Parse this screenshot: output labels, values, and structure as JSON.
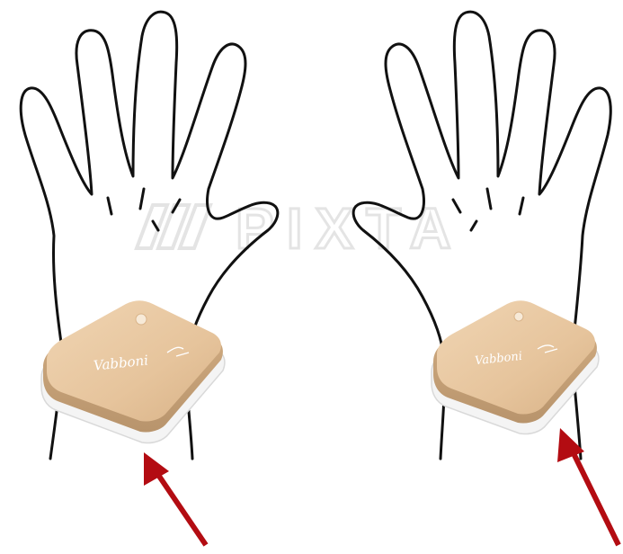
{
  "watermark": {
    "text": "PIXTA",
    "color": "#c9c9c9"
  },
  "devices": [
    {
      "brand": "Vabboni"
    },
    {
      "brand": "Vabboni"
    }
  ],
  "colors": {
    "line": "#111111",
    "device_face": "#e8c9a4",
    "device_edge": "#c7a47c",
    "device_base": "#f3f3f3",
    "arrow": "#b30c12"
  },
  "icons": [
    "left-hand-outline",
    "right-hand-outline",
    "wearable-device",
    "pointer-arrow"
  ]
}
